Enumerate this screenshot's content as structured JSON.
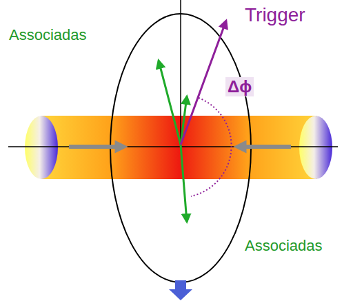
{
  "diagram": {
    "labels": [
      "Trigger",
      "Associadas",
      "Δϕ",
      "Associadas"
    ]
  }
}
